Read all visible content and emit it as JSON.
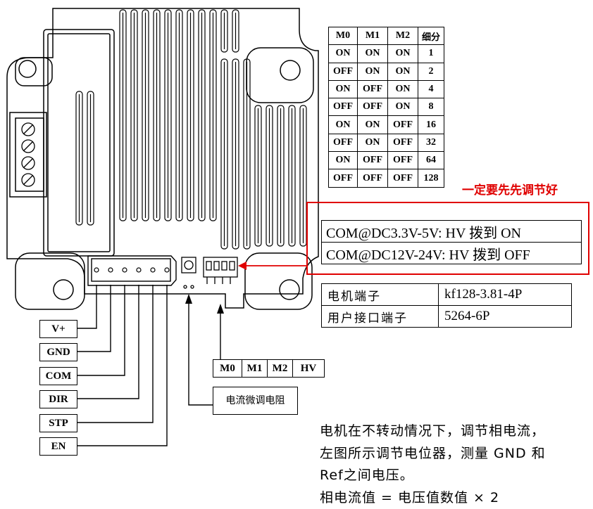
{
  "signal_labels": [
    "V+",
    "GND",
    "COM",
    "DIR",
    "STP",
    "EN"
  ],
  "microstep_table": {
    "headers": [
      "M0",
      "M1",
      "M2",
      "细分"
    ],
    "rows": [
      [
        "ON",
        "ON",
        "ON",
        "1"
      ],
      [
        "OFF",
        "ON",
        "ON",
        "2"
      ],
      [
        "ON",
        "OFF",
        "ON",
        "4"
      ],
      [
        "OFF",
        "OFF",
        "ON",
        "8"
      ],
      [
        "ON",
        "ON",
        "OFF",
        "16"
      ],
      [
        "OFF",
        "ON",
        "OFF",
        "32"
      ],
      [
        "ON",
        "OFF",
        "OFF",
        "64"
      ],
      [
        "OFF",
        "OFF",
        "OFF",
        "128"
      ]
    ]
  },
  "red_note": "一定要先先调节好",
  "hv_rows": [
    "COM@DC3.3V-5V:  HV 拨到 ON",
    "COM@DC12V-24V:  HV 拨到 OFF"
  ],
  "terminal_table": [
    {
      "name": "电机端子",
      "value": "kf128-3.81-4P"
    },
    {
      "name": "用户接口端子",
      "value": "5264-6P"
    }
  ],
  "dip_labels": [
    "M0",
    "M1",
    "M2",
    "HV"
  ],
  "resistor_label": "电流微调电阻",
  "instructions": [
    "电机在不转动情况下，调节相电流，",
    "左图所示调节电位器，测量 GND 和",
    "Ref之间电压。",
    "相电流值 = 电压值数值 × 2"
  ],
  "colors": {
    "annotation_red": "#e00000",
    "line": "#000000"
  }
}
